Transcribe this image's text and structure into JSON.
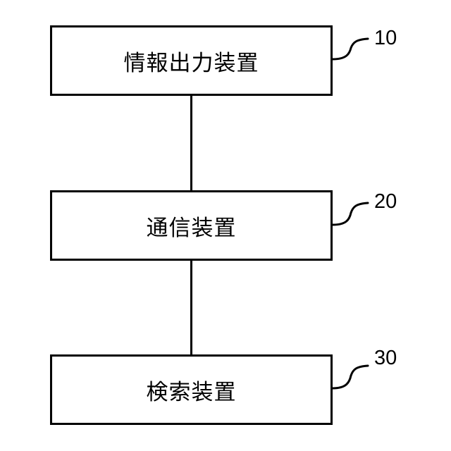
{
  "blocks": [
    {
      "label": "情報出力装置",
      "ref": "10"
    },
    {
      "label": "通信装置",
      "ref": "20"
    },
    {
      "label": "検索装置",
      "ref": "30"
    }
  ],
  "colors": {
    "stroke": "#000000",
    "background": "#ffffff"
  }
}
